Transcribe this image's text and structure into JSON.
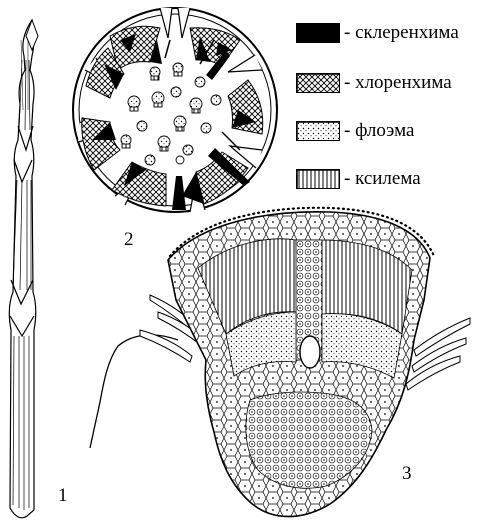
{
  "legend": {
    "items": [
      {
        "key": "sclerenchyma",
        "label": "- склеренхима",
        "fill": "solid",
        "color": "#000000"
      },
      {
        "key": "chlorenchyma",
        "label": "- хлоренхима",
        "fill": "crosshatch",
        "color": "#000000"
      },
      {
        "key": "phloem",
        "label": "- флоэма",
        "fill": "dots",
        "color": "#000000"
      },
      {
        "key": "xylem",
        "label": "- ксилема",
        "fill": "vertical-lines",
        "color": "#000000"
      }
    ]
  },
  "panels": {
    "stem": {
      "number": "1"
    },
    "cross_section": {
      "number": "2"
    },
    "detail": {
      "number": "3"
    }
  }
}
